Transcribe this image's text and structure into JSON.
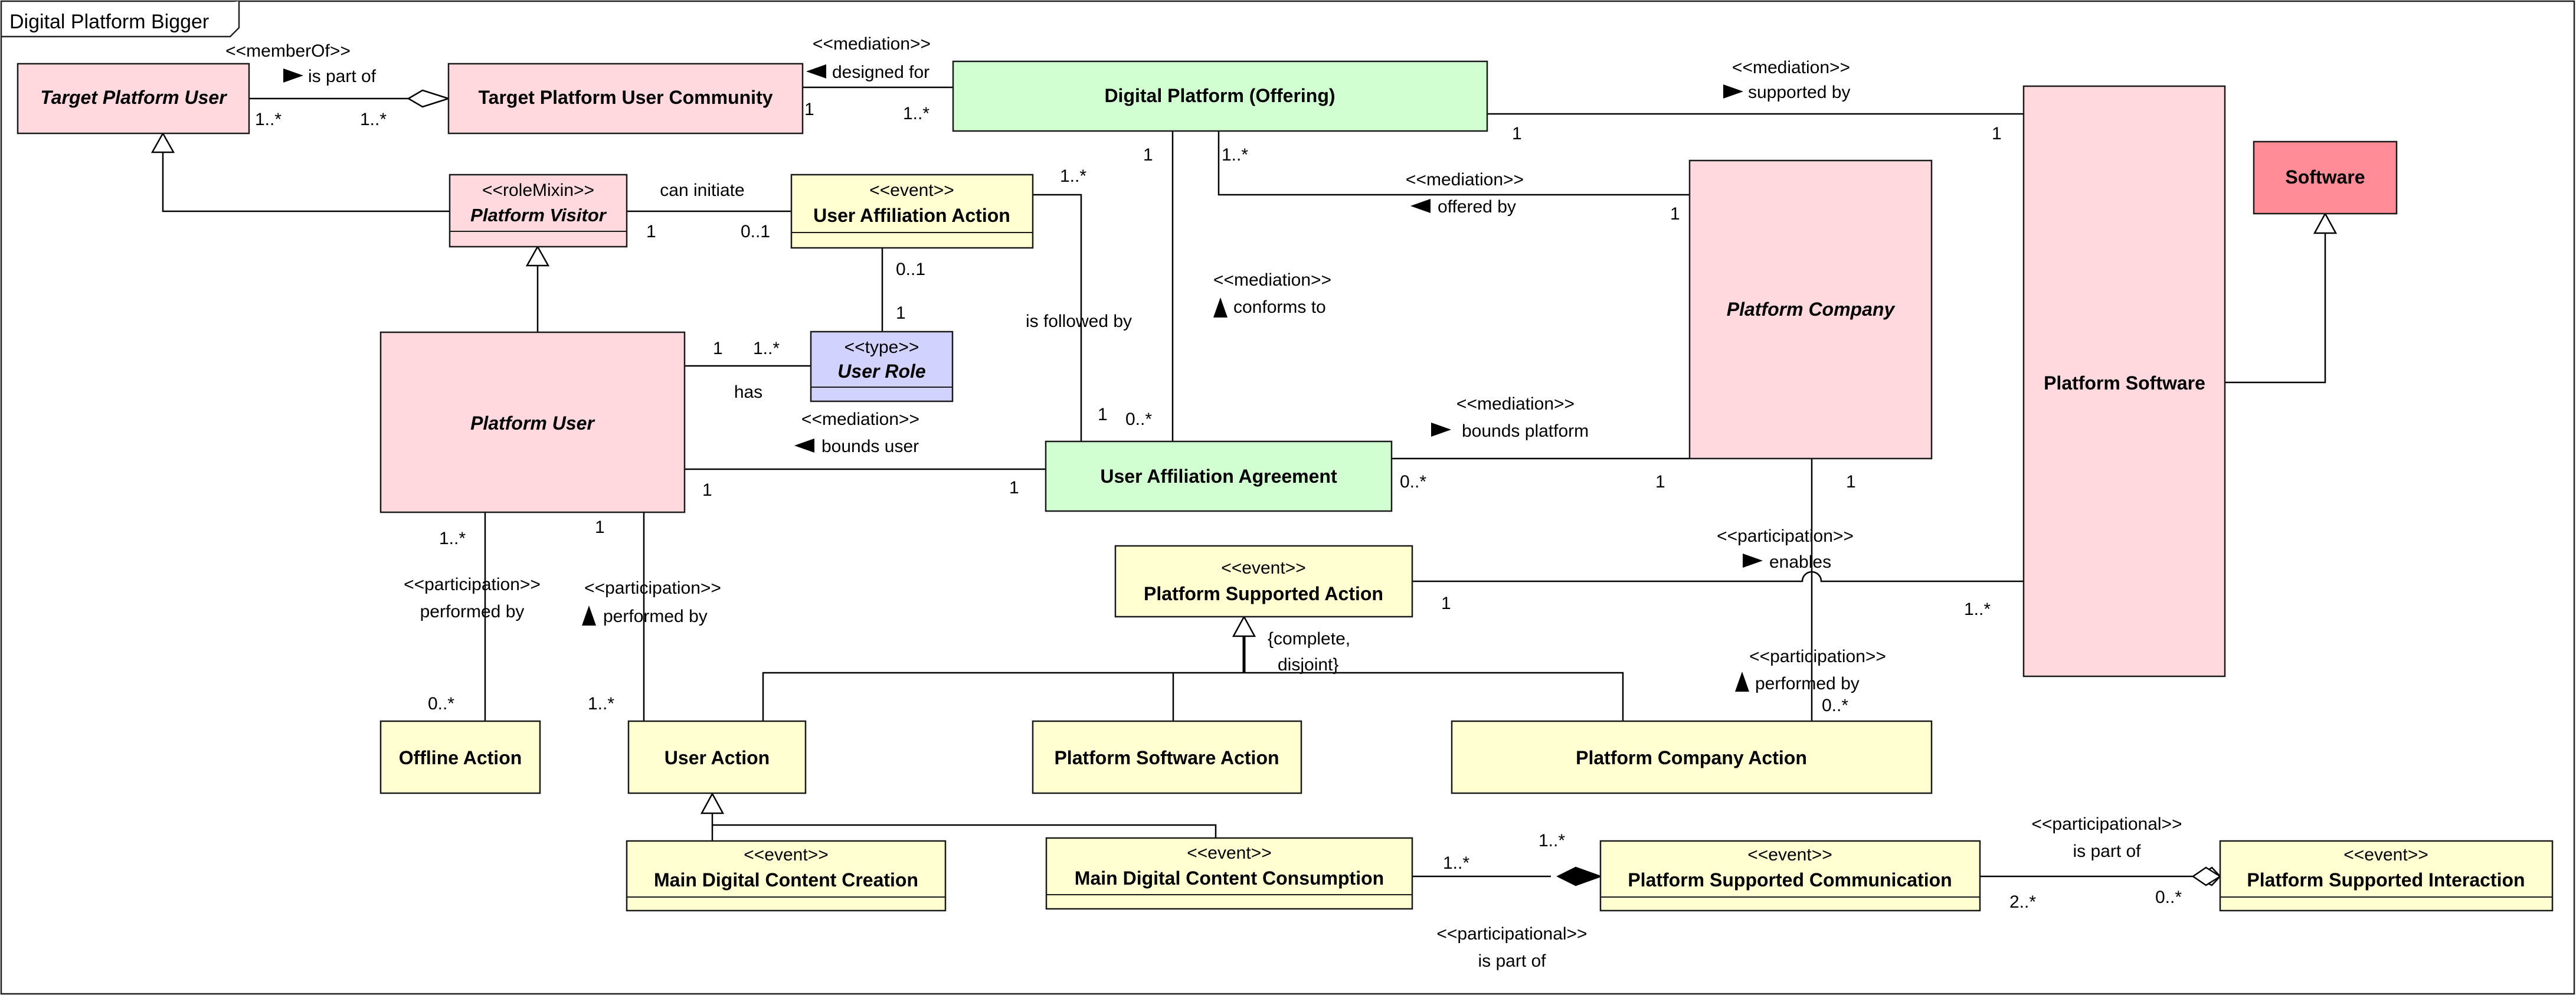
{
  "frame": {
    "title": "Digital Platform Bigger"
  },
  "colors": {
    "kind_fill": "#ffd9dd",
    "relator_fill": "#d2ffd2",
    "event_fill": "#ffffd2",
    "type_fill": "#d2d2ff",
    "software_fill": "#ff8c96",
    "border": "#1a1a1a"
  },
  "classes": {
    "target_platform_user": {
      "name": "Target Platform User"
    },
    "target_platform_user_community": {
      "name": "Target Platform User Community"
    },
    "digital_platform_offering": {
      "name": "Digital Platform (Offering)"
    },
    "platform_software": {
      "name": "Platform Software"
    },
    "software": {
      "name": "Software"
    },
    "platform_visitor": {
      "stereotype": "<<roleMixin>>",
      "name": "Platform Visitor"
    },
    "user_affiliation_action": {
      "stereotype": "<<event>>",
      "name": "User Affiliation Action"
    },
    "platform_company": {
      "name": "Platform Company"
    },
    "user_role": {
      "stereotype": "<<type>>",
      "name": "User Role"
    },
    "platform_user": {
      "name": "Platform User"
    },
    "user_affiliation_agreement": {
      "name": "User Affiliation Agreement"
    },
    "platform_supported_action": {
      "stereotype": "<<event>>",
      "name": "Platform Supported Action"
    },
    "offline_action": {
      "name": "Offline Action"
    },
    "user_action": {
      "name": "User Action"
    },
    "platform_software_action": {
      "name": "Platform Software Action"
    },
    "platform_company_action": {
      "name": "Platform Company Action"
    },
    "main_digital_content_creation": {
      "stereotype": "<<event>>",
      "name": "Main Digital Content Creation"
    },
    "main_digital_content_consumption": {
      "stereotype": "<<event>>",
      "name": "Main Digital Content Consumption"
    },
    "platform_supported_communication": {
      "stereotype": "<<event>>",
      "name": "Platform Supported Communication"
    },
    "platform_supported_interaction": {
      "stereotype": "<<event>>",
      "name": "Platform Supported Interaction"
    }
  },
  "associations": {
    "member_of": {
      "stereotype": "<<memberOf>>",
      "name": "is part of",
      "mult_a": "1..*",
      "mult_b": "1..*"
    },
    "designed_for": {
      "stereotype": "<<mediation>>",
      "name": "designed for",
      "mult_a": "1",
      "mult_b": "1..*"
    },
    "supported_by": {
      "stereotype": "<<mediation>>",
      "name": "supported by",
      "mult_a": "1",
      "mult_b": "1"
    },
    "offered_by": {
      "stereotype": "<<mediation>>",
      "name": "offered by",
      "mult_a": "1..*",
      "mult_b": "1"
    },
    "can_initiate": {
      "name": "can initiate",
      "mult_a": "1",
      "mult_b": "0..1"
    },
    "action_role": {
      "mult_a": "0..1",
      "mult_b": "1"
    },
    "conforms_to": {
      "stereotype": "<<mediation>>",
      "name": "conforms to",
      "mult_a": "1",
      "mult_b": "0..*"
    },
    "is_followed_by": {
      "name": "is followed by",
      "mult_a": "1..*",
      "mult_b": "1"
    },
    "has": {
      "name": "has",
      "mult_a": "1",
      "mult_b": "1..*"
    },
    "bounds_user": {
      "stereotype": "<<mediation>>",
      "name": "bounds user",
      "mult_a": "1",
      "mult_b": "1"
    },
    "bounds_platform": {
      "stereotype": "<<mediation>>",
      "name": "bounds platform",
      "mult_a": "0..*",
      "mult_b": "1"
    },
    "enables": {
      "stereotype": "<<participation>>",
      "name": "enables",
      "mult_a": "1",
      "mult_b": "1..*"
    },
    "company_performed_by": {
      "stereotype": "<<participation>>",
      "name": "performed by",
      "mult_a": "1",
      "mult_b": "0..*"
    },
    "offline_performed_by": {
      "stereotype": "<<participation>>",
      "name": "performed by",
      "mult_a": "1..*",
      "mult_b": "0..*"
    },
    "user_performed_by": {
      "stereotype": "<<participation>>",
      "name": "performed by",
      "mult_a": "1",
      "mult_b": "1..*"
    },
    "consumption_part_of": {
      "stereotype": "<<participational>>",
      "name": "is part of",
      "mult_a": "1..*",
      "mult_b": "1..*"
    },
    "communication_part_of": {
      "stereotype": "<<participational>>",
      "name": "is part of",
      "mult_a": "2..*",
      "mult_b": "0..*"
    }
  },
  "generalization_sets": {
    "supported_action_set": {
      "constraint_line1": "{complete,",
      "constraint_line2": "disjoint}"
    }
  }
}
